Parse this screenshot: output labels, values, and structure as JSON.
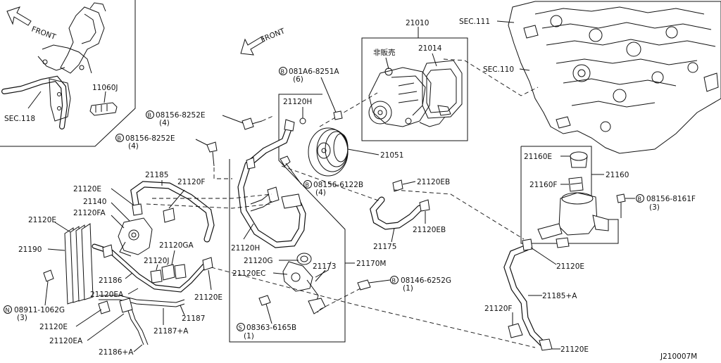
{
  "diagram": {
    "inset_front": "FRONT",
    "main_front": "FRONT",
    "sec_118": "SEC.118",
    "sec_111": "SEC.111",
    "sec_110": "SEC.110",
    "not_sold": "非販売",
    "diagram_code": "J210007M",
    "parts": {
      "p11060J": "11060J",
      "p21010": "21010",
      "p21014": "21014",
      "p21051": "21051",
      "p21120H_top": "21120H",
      "p21120H_mid": "21120H",
      "p21120G": "21120G",
      "p21120EC": "21120EC",
      "p21173": "21173",
      "p21170M": "21170M",
      "p21185": "21185",
      "p21120F_top": "21120F",
      "p21120E_a": "21120E",
      "p21140": "21140",
      "p21120FA": "21120FA",
      "p21120E_b": "21120E",
      "p21190": "21190",
      "p21120GA": "21120GA",
      "p21120J": "21120J",
      "p21186": "21186",
      "p21120EA_a": "21120EA",
      "p21120E_c": "21120E",
      "p21187": "21187",
      "p21187A": "21187+A",
      "p21120E_d": "21120E",
      "p21120EA_b": "21120EA",
      "p21186A": "21186+A",
      "p21175": "21175",
      "p21120EB_a": "21120EB",
      "p21120EB_b": "21120EB",
      "p21160": "21160",
      "p21160E": "21160E",
      "p21160F": "21160F",
      "p21120E_e": "21120E",
      "p21185A": "21185+A",
      "p21120F_bot": "21120F",
      "p21120E_f": "21120E"
    },
    "bolts": {
      "b1": {
        "symbol": "B",
        "code": "081A6-8251A",
        "qty": "(6)"
      },
      "b2": {
        "symbol": "B",
        "code": "08156-8252E",
        "qty": "(4)"
      },
      "b3": {
        "symbol": "B",
        "code": "08156-8252E",
        "qty": "(4)"
      },
      "b4": {
        "symbol": "B",
        "code": "08156-6122B",
        "qty": "(4)"
      },
      "b5": {
        "symbol": "B",
        "code": "08156-8161F",
        "qty": "(3)"
      },
      "b6": {
        "symbol": "B",
        "code": "08146-6252G",
        "qty": "(1)"
      },
      "b7": {
        "symbol": "S",
        "code": "08363-6165B",
        "qty": "(1)"
      },
      "b8": {
        "symbol": "N",
        "code": "08911-1062G",
        "qty": "(3)"
      }
    }
  }
}
